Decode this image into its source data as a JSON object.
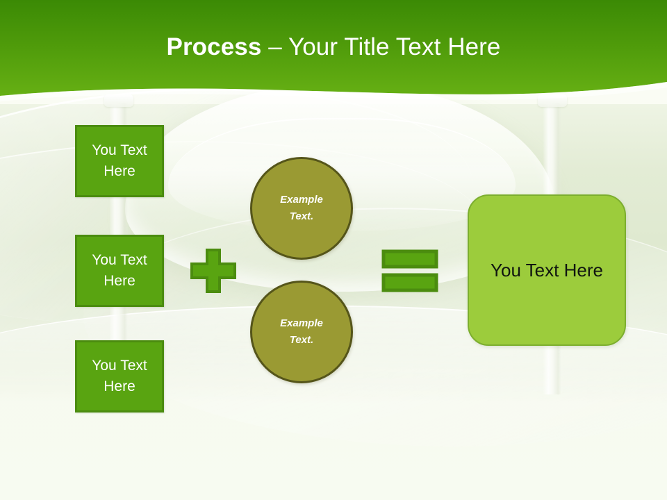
{
  "slide": {
    "title": {
      "bold_part": "Process",
      "regular_part": " – Your Title Text Here"
    },
    "theme": {
      "header_green_top": "#3f8f06",
      "header_green_bottom": "#63ad12",
      "box_green": "#59a411",
      "box_border_green": "#4b8c0f",
      "symbol_green": "#59a411",
      "symbol_border_green": "#4b8c0f",
      "circle_olive": "#9a9a33",
      "circle_border_olive": "#55551a",
      "result_green": "#9ccc3c",
      "result_border_green": "#7cae2e",
      "background_pale": "#f6faf0",
      "title_text_color": "#ffffff",
      "box_text_color": "#ffffff",
      "result_text_color": "#101510"
    },
    "input_boxes": [
      {
        "label": "You Text Here"
      },
      {
        "label": "You Text Here"
      },
      {
        "label": "You Text Here"
      }
    ],
    "operators": {
      "plus": {
        "symbol": "+",
        "name": "plus-sign"
      },
      "equals": {
        "symbol": "=",
        "name": "equals-sign"
      }
    },
    "circles": [
      {
        "line1": "Example",
        "line2": "Text."
      },
      {
        "line1": "Example",
        "line2": "Text."
      }
    ],
    "result": {
      "label": "You Text Here"
    }
  }
}
